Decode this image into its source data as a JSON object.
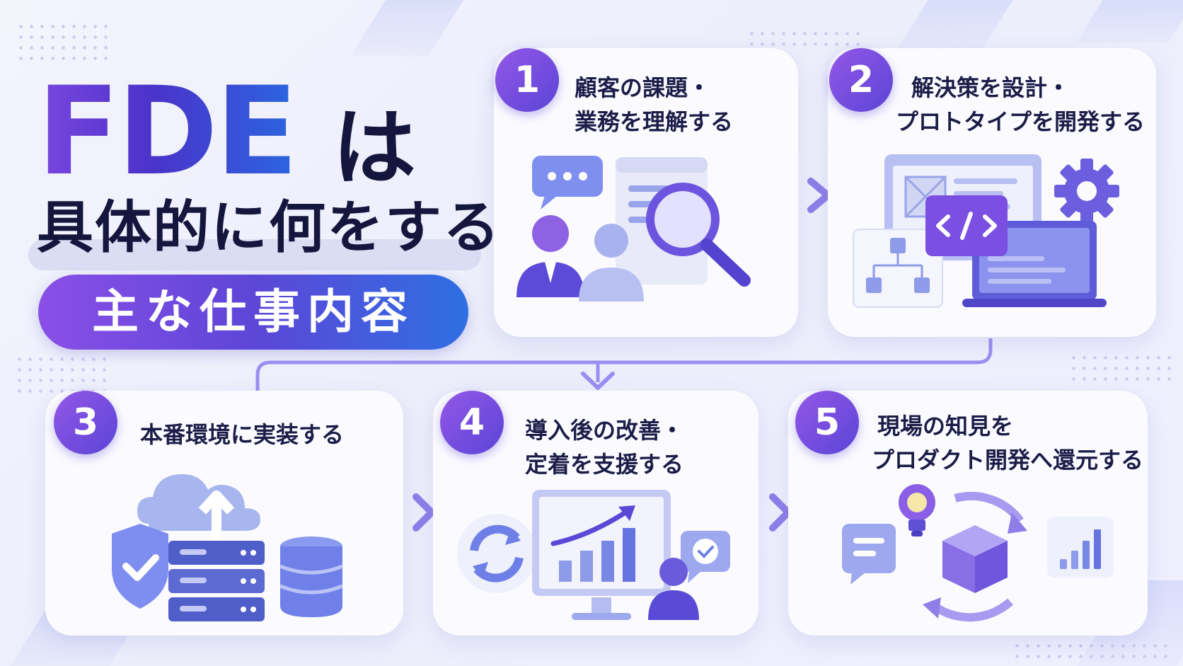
{
  "title": {
    "main": "FDE",
    "particle": "は",
    "sub": "具体的に何をする？",
    "pill": "主な仕事内容"
  },
  "steps": [
    {
      "number": "1",
      "lines": [
        "顧客の課題・",
        "業務を理解する"
      ]
    },
    {
      "number": "2",
      "lines": [
        "解決策を設計・",
        "プロトタイプを開発する"
      ]
    },
    {
      "number": "3",
      "lines": [
        "本番環境に実装する"
      ]
    },
    {
      "number": "4",
      "lines": [
        "導入後の改善・",
        "定着を支援する"
      ]
    },
    {
      "number": "5",
      "lines": [
        "現場の知見を",
        "プロダクト開発へ還元する"
      ]
    }
  ],
  "icons": {
    "step1": [
      "chat-bubble-icon",
      "document-icon",
      "magnifier-icon",
      "consultant-icon",
      "customer-icon"
    ],
    "step2": [
      "wireframe-window-icon",
      "gear-icon",
      "flowchart-icon",
      "code-icon",
      "laptop-icon"
    ],
    "step3": [
      "cloud-upload-icon",
      "shield-check-icon",
      "server-icon",
      "database-icon"
    ],
    "step4": [
      "refresh-icon",
      "growth-chart-monitor-icon",
      "check-bubble-icon",
      "user-icon"
    ],
    "step5": [
      "lightbulb-icon",
      "cycle-arrows-icon",
      "cube-icon",
      "note-bubble-icon",
      "bar-chart-icon"
    ]
  },
  "colors": {
    "accent_purple": "#8a4fe6",
    "accent_blue": "#2e6fe3",
    "badge": "#6a4ddc",
    "text_dark": "#14163d"
  }
}
